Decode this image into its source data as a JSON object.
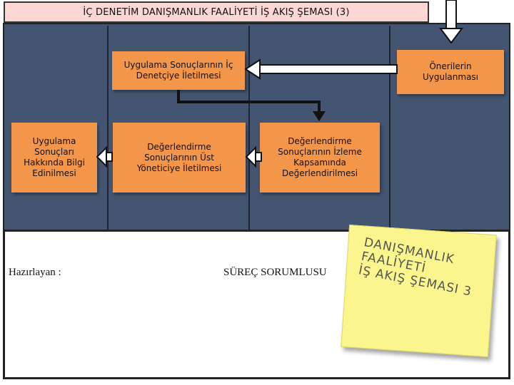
{
  "title": "İÇ DENETİM DANIŞMANLIK FAALİYETİ  İŞ AKIŞ ŞEMASI  (3)",
  "boxes": {
    "uygulama_sonuclarinin_iletilmesi": "Uygulama Sonuçlarının İç Denetçiye  İletilmesi",
    "onerilerin_uygulanmasi": "Önerilerin Uygulanması",
    "uygulama_sonuclari_bilgi": "Uygulama Sonuçları Hakkında Bilgi Edinilmesi",
    "degerlendirme_ust_yonetici": "Değerlendirme Sonuçlarının  Üst Yöneticiye İletilmesi",
    "degerlendirme_izleme": "Değerlendirme Sonuçlarının  İzleme Kapsamında Değerlendirilmesi"
  },
  "bottom": {
    "hazirlayan": "Hazırlayan :",
    "surec_sorumlusu": "SÜREÇ SORUMLUSU"
  },
  "note": {
    "lines": [
      "DANIŞMANLIK",
      "FAALİYETİ",
      "İŞ AKIŞ ŞEMASI 3"
    ]
  },
  "colors": {
    "box": "#f39649",
    "lanes": "#445571",
    "title_bg": "#fcd7d4",
    "note": "#fbf58e"
  }
}
